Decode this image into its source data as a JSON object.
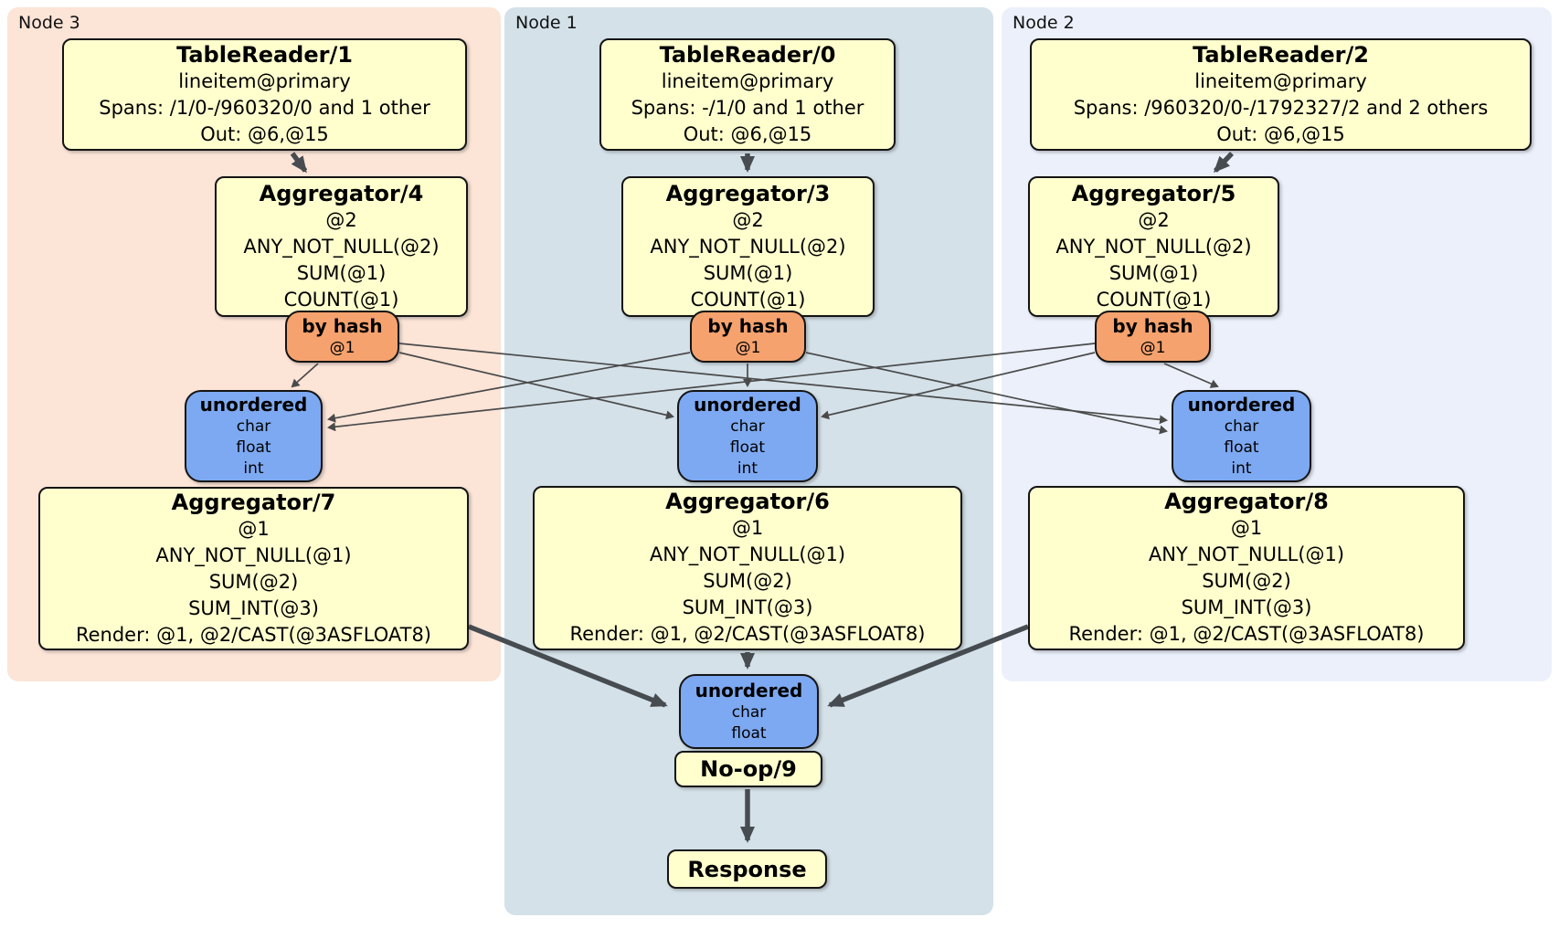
{
  "colors": {
    "node3_bg": "#fce4d7",
    "node1_bg": "#d4e1e9",
    "node2_bg": "#ebf0fa",
    "processor_bg": "#ffffce",
    "router_bg": "#f5a26e",
    "sync_bg": "#7da9f2",
    "edge_thin": "#4a4a4a",
    "edge_thick": "#474c51"
  },
  "nodes": {
    "node3": {
      "label": "Node 3",
      "table_reader": {
        "title": "TableReader/1",
        "lines": [
          "lineitem@primary",
          "Spans: /1/0-/960320/0 and 1 other",
          "Out: @6,@15"
        ]
      },
      "aggregator_top": {
        "title": "Aggregator/4",
        "lines": [
          "@2",
          "ANY_NOT_NULL(@2)",
          "SUM(@1)",
          "COUNT(@1)"
        ]
      },
      "router": {
        "title": "by hash",
        "lines": [
          "@1"
        ]
      },
      "sync": {
        "title": "unordered",
        "lines": [
          "char",
          "float",
          "int"
        ]
      },
      "aggregator_bottom": {
        "title": "Aggregator/7",
        "lines": [
          "@1",
          "ANY_NOT_NULL(@1)",
          "SUM(@2)",
          "SUM_INT(@3)",
          "Render: @1, @2/CAST(@3ASFLOAT8)"
        ]
      }
    },
    "node1": {
      "label": "Node 1",
      "table_reader": {
        "title": "TableReader/0",
        "lines": [
          "lineitem@primary",
          "Spans: -/1/0 and 1 other",
          "Out: @6,@15"
        ]
      },
      "aggregator_top": {
        "title": "Aggregator/3",
        "lines": [
          "@2",
          "ANY_NOT_NULL(@2)",
          "SUM(@1)",
          "COUNT(@1)"
        ]
      },
      "router": {
        "title": "by hash",
        "lines": [
          "@1"
        ]
      },
      "sync": {
        "title": "unordered",
        "lines": [
          "char",
          "float",
          "int"
        ]
      },
      "aggregator_bottom": {
        "title": "Aggregator/6",
        "lines": [
          "@1",
          "ANY_NOT_NULL(@1)",
          "SUM(@2)",
          "SUM_INT(@3)",
          "Render: @1, @2/CAST(@3ASFLOAT8)"
        ]
      }
    },
    "node2": {
      "label": "Node 2",
      "table_reader": {
        "title": "TableReader/2",
        "lines": [
          "lineitem@primary",
          "Spans: /960320/0-/1792327/2 and 2 others",
          "Out: @6,@15"
        ]
      },
      "aggregator_top": {
        "title": "Aggregator/5",
        "lines": [
          "@2",
          "ANY_NOT_NULL(@2)",
          "SUM(@1)",
          "COUNT(@1)"
        ]
      },
      "router": {
        "title": "by hash",
        "lines": [
          "@1"
        ]
      },
      "sync": {
        "title": "unordered",
        "lines": [
          "char",
          "float",
          "int"
        ]
      },
      "aggregator_bottom": {
        "title": "Aggregator/8",
        "lines": [
          "@1",
          "ANY_NOT_NULL(@1)",
          "SUM(@2)",
          "SUM_INT(@3)",
          "Render: @1, @2/CAST(@3ASFLOAT8)"
        ]
      }
    },
    "final": {
      "sync": {
        "title": "unordered",
        "lines": [
          "char",
          "float"
        ]
      },
      "noop": {
        "title": "No-op/9"
      },
      "response": {
        "title": "Response"
      }
    }
  }
}
